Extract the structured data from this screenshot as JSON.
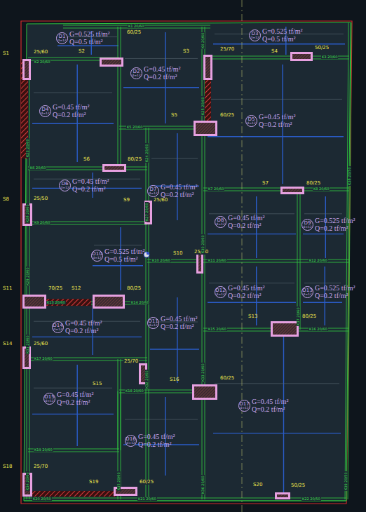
{
  "diagram": {
    "nodes": [
      {
        "text": [
          "D1",
          "d=12",
          "G=0.525 tf/m²",
          "Q=0.5 tf/m²"
        ]
      },
      {
        "text": [
          "D3",
          "d=12",
          "G=0.525 tf/m²",
          "Q=0.5 tf/m²"
        ]
      },
      {
        "text": [
          "D2",
          "d=12",
          "G=0.45 tf/m²",
          "Q=0.2 tf/m²"
        ]
      },
      {
        "text": [
          "D4",
          "d=12",
          "G=0.45 tf/m²",
          "Q=0.2 tf/m²"
        ]
      },
      {
        "text": [
          "D5",
          "d=12",
          "G=0.45 tf/m²",
          "Q=0.2 tf/m²"
        ]
      },
      {
        "text": [
          "D6",
          "d=12",
          "G=0.45 tf/m²",
          "Q=0.2 tf/m²"
        ]
      },
      {
        "text": [
          "D7",
          "d=12",
          "G=0.45 tf/m²",
          "Q=0.2 tf/m²"
        ]
      },
      {
        "text": [
          "D8",
          "d=12",
          "G=0.45 tf/m²",
          "Q=0.2 tf/m²"
        ]
      },
      {
        "text": [
          "D9",
          "d=12",
          "G=0.525 tf/m²",
          "Q=0.2 tf/m²"
        ]
      },
      {
        "text": [
          "D10",
          "d=12",
          "G=0.525 tf/m²",
          "Q=0.5 tf/m²"
        ]
      },
      {
        "text": [
          "D12",
          "d=12",
          "G=0.45 tf/m²",
          "Q=0.2 tf/m²"
        ]
      },
      {
        "text": [
          "D13",
          "d=12",
          "G=0.525 tf/m²",
          "Q=0.2 tf/m²"
        ]
      },
      {
        "text": [
          "D11",
          "d=12",
          "G=0.45 tf/m²",
          "Q=0.2 tf/m²"
        ]
      },
      {
        "text": [
          "D14",
          "d=12",
          "G=0.45 tf/m²",
          "Q=0.2 tf/m²"
        ]
      },
      {
        "text": [
          "D15",
          "d=12",
          "G=0.45 tf/m²",
          "Q=0.2 tf/m²"
        ]
      },
      {
        "text": [
          "D16",
          "d=12",
          "G=0.45 tf/m²",
          "Q=0.2 tf/m²"
        ]
      },
      {
        "text": [
          "D17",
          "d=12",
          "G=0.45 tf/m²",
          "Q=0.2 tf/m²"
        ]
      }
    ],
    "labels": [
      "S1",
      "S2",
      "S3",
      "S4",
      "S5",
      "S6",
      "S7",
      "S8",
      "S9",
      "S10",
      "S11",
      "S12",
      "S13",
      "S14",
      "S15",
      "S16",
      "S18",
      "S19",
      "S20",
      "25/60",
      "60/25",
      "25/70",
      "50/25",
      "60/25",
      "80/25",
      "80/25",
      "25/50",
      "25/60",
      "25/60",
      "70/25",
      "80/25",
      "80/25",
      "25/60",
      "25/70",
      "60/25",
      "25/70",
      "60/25",
      "50/25",
      "K1 20/60",
      "K2 20/60",
      "K3 20/60",
      "K5 20/60",
      "K6 20/60",
      "K7 20/60",
      "K8 20/60",
      "K9 20/60",
      "K10 20/60",
      "K11 20/60",
      "K12 20/60",
      "K13 20/60",
      "K14 20/60",
      "K15 20/60",
      "K16 20/60",
      "K17 20/60",
      "K18 20/60",
      "K19 20/60",
      "K20 20/50",
      "K21 20/60",
      "K22 20/50",
      "K4 20/60",
      "K23 20/60",
      "K24 20/60",
      "K25 20/60",
      "K27 20/60",
      "K28 20/60",
      "K29 20/60",
      "K30 20/60",
      "K31 20/60",
      "K32 20/60",
      "K33 20/60",
      "K34 20/60",
      "K35 20/60",
      "K36 20/60",
      "K37 20/60",
      "K38 20/50",
      "K39 20/50"
    ]
  }
}
